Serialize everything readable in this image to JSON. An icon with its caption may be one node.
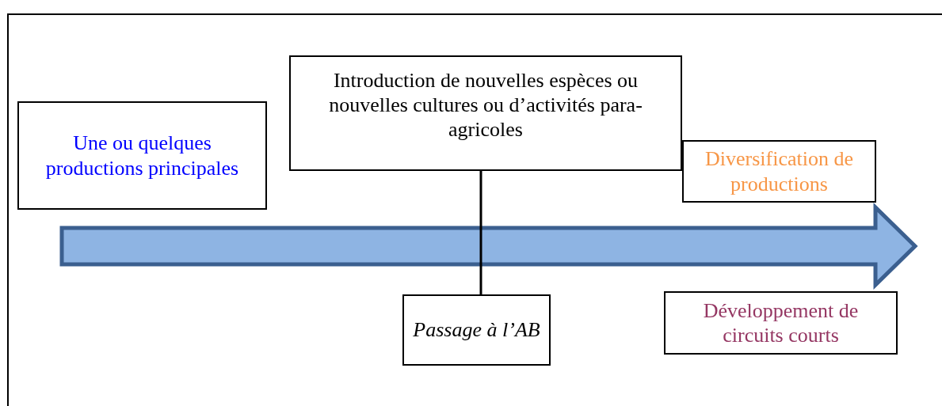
{
  "diagram": {
    "nodes": [
      {
        "text": [
          "Introduction de nouvelles espèces ou nouvelles cultures ou d’activités para-agricoles"
        ]
      },
      {
        "text": [
          "Une ou quelques productions principales"
        ]
      },
      {
        "text": [
          "Diversification de productions"
        ]
      },
      {
        "text": [
          "Passage à l’AB"
        ]
      },
      {
        "text": [
          "Développement de circuits courts"
        ]
      }
    ],
    "edges": [
      {
        "from": 0,
        "to": 3,
        "arrow": "none"
      }
    ]
  }
}
